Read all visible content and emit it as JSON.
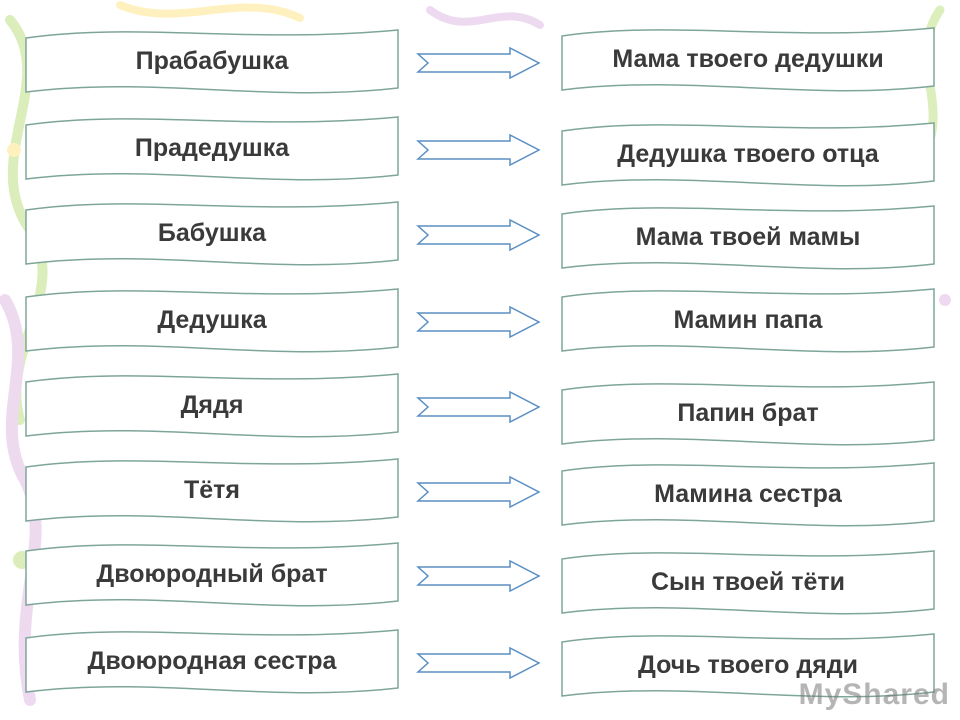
{
  "colors": {
    "banner_fill": "#ffffff",
    "banner_stroke": "#7ea59b",
    "text": "#3a3a3a",
    "arrow_stroke": "#5a8fc4",
    "deco_green": "#d7ecb4",
    "deco_purple": "#ecd6ee",
    "deco_yellow": "#fff0b8"
  },
  "rows": [
    {
      "term": "Прабабушка",
      "definition": "Мама твоего дедушки"
    },
    {
      "term": "Прадедушка",
      "definition": "Дедушка твоего отца"
    },
    {
      "term": "Бабушка",
      "definition": "Мама твоей мамы"
    },
    {
      "term": "Дедушка",
      "definition": "Мамин папа"
    },
    {
      "term": "Дядя",
      "definition": "Папин брат"
    },
    {
      "term": "Тётя",
      "definition": "Мамина сестра"
    },
    {
      "term": "Двоюродный брат",
      "definition": "Сын твоей тёти"
    },
    {
      "term": "Двоюродная сестра",
      "definition": "Дочь твоего дяди"
    }
  ],
  "watermark": "MyShared"
}
